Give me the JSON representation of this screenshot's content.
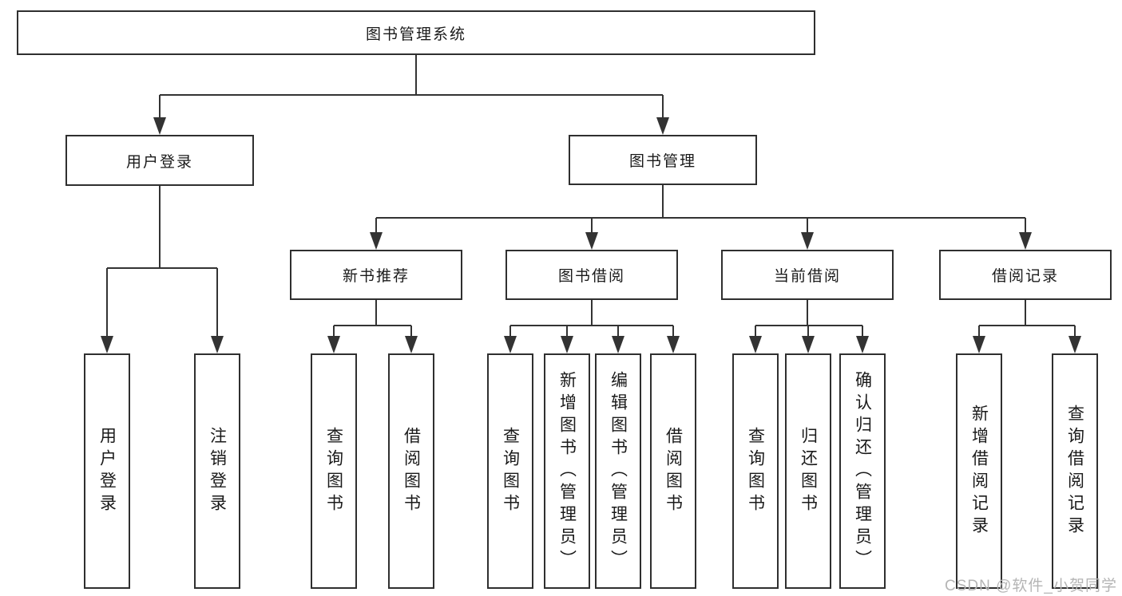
{
  "diagram": {
    "root": {
      "label": "图书管理系统"
    },
    "branches": [
      {
        "label": "用户登录",
        "children": [
          {
            "label": "用户登录"
          },
          {
            "label": "注销登录"
          }
        ]
      },
      {
        "label": "图书管理",
        "children": [
          {
            "label": "新书推荐",
            "children": [
              {
                "label": "查询图书"
              },
              {
                "label": "借阅图书"
              }
            ]
          },
          {
            "label": "图书借阅",
            "children": [
              {
                "label": "查询图书"
              },
              {
                "label": "新增图书（管理员）"
              },
              {
                "label": "编辑图书（管理员）"
              },
              {
                "label": "借阅图书"
              }
            ]
          },
          {
            "label": "当前借阅",
            "children": [
              {
                "label": "查询图书"
              },
              {
                "label": "归还图书"
              },
              {
                "label": "确认归还（管理员）"
              }
            ]
          },
          {
            "label": "借阅记录",
            "children": [
              {
                "label": "新增借阅记录"
              },
              {
                "label": "查询借阅记录"
              }
            ]
          }
        ]
      }
    ]
  },
  "watermark": {
    "text": "CSDN @软件_小贺同学"
  },
  "colors": {
    "line": "#333333",
    "border": "#2f2f2f",
    "text": "#1a1a1a",
    "watermark": "#b5b5b5",
    "background": "#ffffff"
  }
}
